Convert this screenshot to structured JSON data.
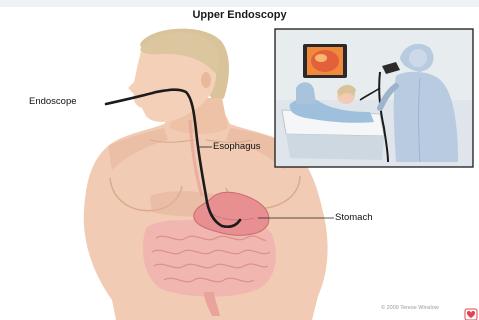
{
  "diagram": {
    "title": "Upper Endoscopy",
    "labels": {
      "endoscope": "Endoscope",
      "esophagus": "Esophagus",
      "stomach": "Stomach"
    },
    "copyright": "© 2009 Terese Winslow"
  },
  "icons": {
    "logo": "heart-shield-icon"
  },
  "colors": {
    "skin": "#f1cbb3",
    "skin_shadow": "#dba88c",
    "hair": "#d9c39a",
    "tube": "#1b1b1b",
    "stomach": "#e88f91",
    "intestine": "#f0b4ae",
    "inset_bg": "#dfe5ea",
    "gown": "#b9cbe0",
    "logo": "#e0454d"
  }
}
